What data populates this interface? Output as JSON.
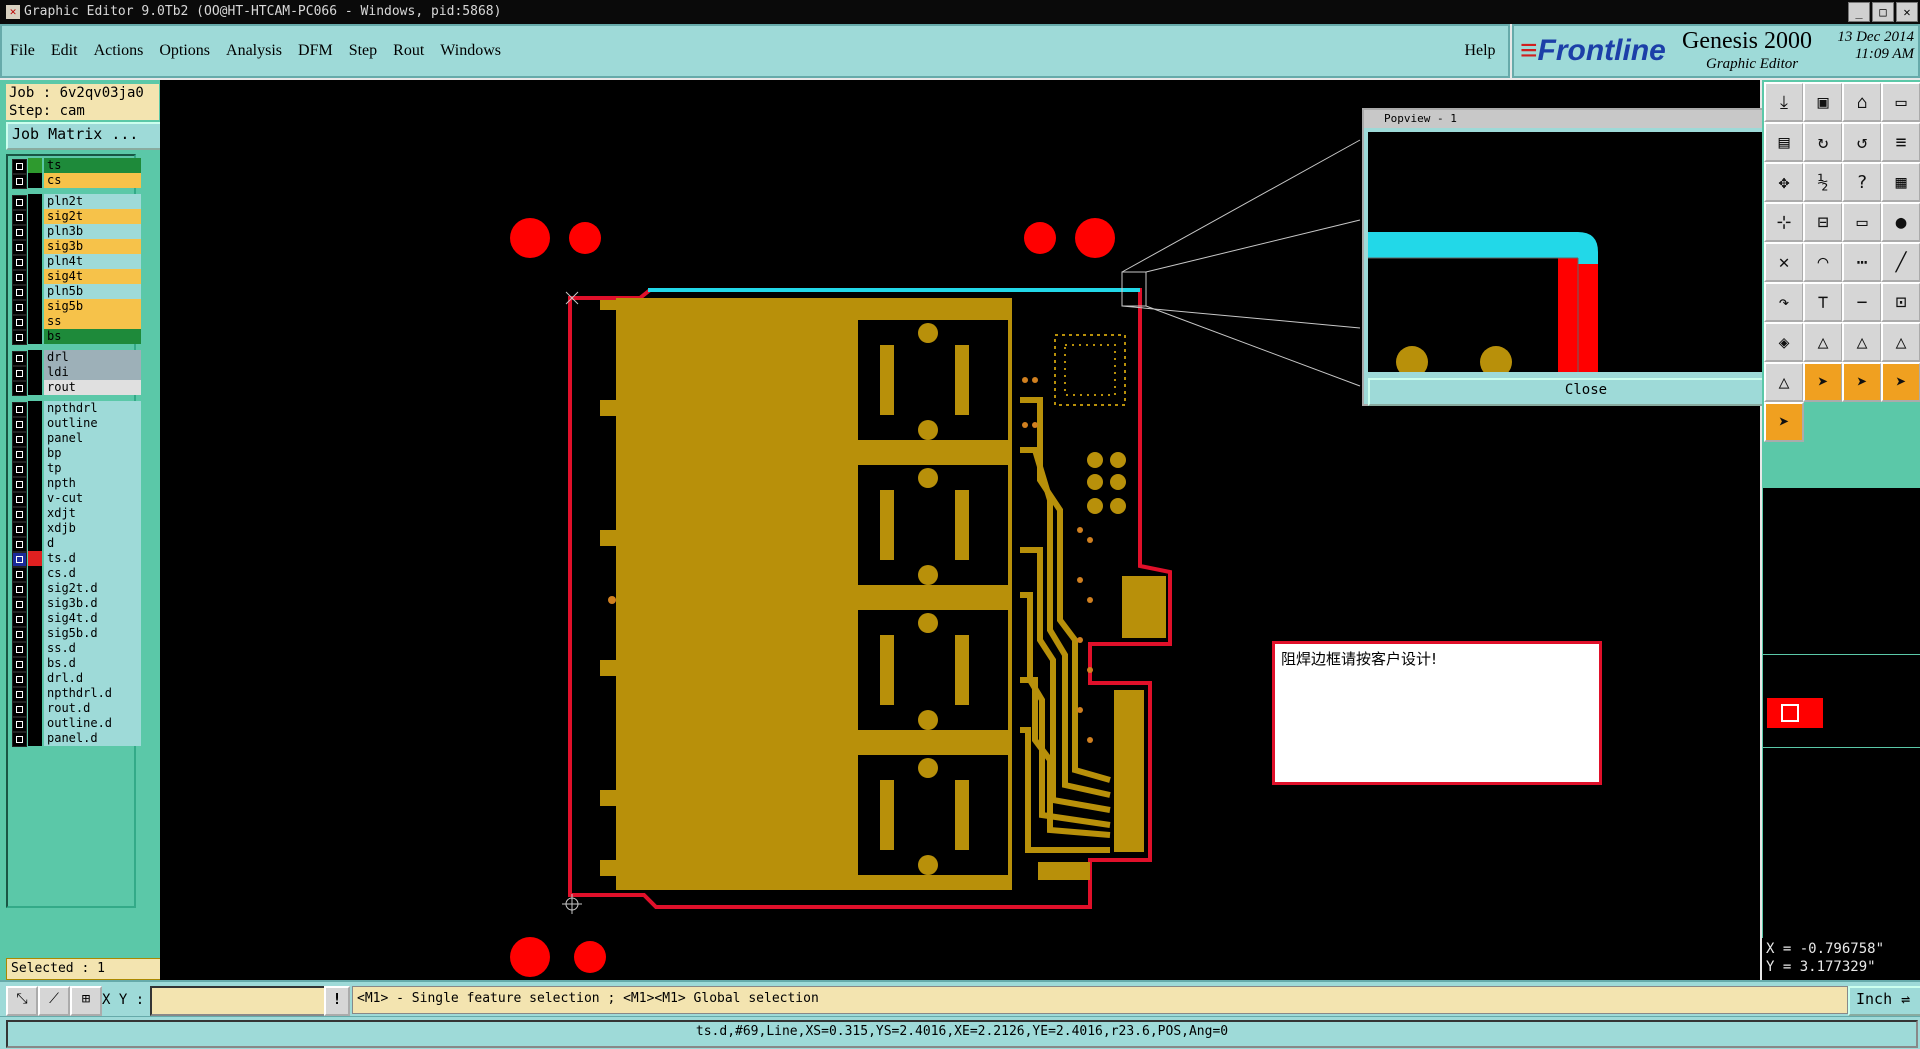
{
  "window": {
    "title": "Graphic Editor 9.0Tb2 (OO@HT-HTCAM-PC066 - Windows, pid:5868)"
  },
  "menu": {
    "items": [
      "File",
      "Edit",
      "Actions",
      "Options",
      "Analysis",
      "DFM",
      "Step",
      "Rout",
      "Windows"
    ],
    "help": "Help"
  },
  "brand": {
    "logo": "Frontline",
    "product": "Genesis 2000",
    "subtitle": "Graphic Editor",
    "date": "13 Dec 2014",
    "time": "11:09 AM"
  },
  "job": {
    "job_label": "Job : 6v2qv03ja0",
    "step_label": "Step: cam",
    "matrix_button": "Job Matrix ..."
  },
  "layers": [
    {
      "name": "ts",
      "color": "#1e8a3a",
      "swatch": "#2e9a2e",
      "group": 0
    },
    {
      "name": "cs",
      "color": "#f6c24a",
      "swatch": "#000000",
      "group": 0
    },
    {
      "name": "pln2t",
      "color": "#9edad8",
      "swatch": "#000000",
      "group": 1
    },
    {
      "name": "sig2t",
      "color": "#f6c24a",
      "swatch": "#000000",
      "group": 1
    },
    {
      "name": "pln3b",
      "color": "#9edad8",
      "swatch": "#000000",
      "group": 1
    },
    {
      "name": "sig3b",
      "color": "#f6c24a",
      "swatch": "#000000",
      "group": 1
    },
    {
      "name": "pln4t",
      "color": "#9edad8",
      "swatch": "#000000",
      "group": 1
    },
    {
      "name": "sig4t",
      "color": "#f6c24a",
      "swatch": "#000000",
      "group": 1
    },
    {
      "name": "pln5b",
      "color": "#9edad8",
      "swatch": "#000000",
      "group": 1
    },
    {
      "name": "sig5b",
      "color": "#f6c24a",
      "swatch": "#000000",
      "group": 1
    },
    {
      "name": "ss",
      "color": "#f6c24a",
      "swatch": "#000000",
      "group": 1
    },
    {
      "name": "bs",
      "color": "#1e8a3a",
      "swatch": "#000000",
      "group": 1
    },
    {
      "name": "drl",
      "color": "#9db0b8",
      "swatch": "#000000",
      "group": 2
    },
    {
      "name": "ldi",
      "color": "#9db0b8",
      "swatch": "#000000",
      "group": 2
    },
    {
      "name": "rout",
      "color": "#e0e0e0",
      "swatch": "#000000",
      "group": 2
    },
    {
      "name": "npthdrl",
      "color": "#9edad8",
      "swatch": "#000000",
      "group": 3
    },
    {
      "name": "outline",
      "color": "#9edad8",
      "swatch": "#000000",
      "group": 3
    },
    {
      "name": "panel",
      "color": "#9edad8",
      "swatch": "#000000",
      "group": 3
    },
    {
      "name": "bp",
      "color": "#9edad8",
      "swatch": "#000000",
      "group": 3
    },
    {
      "name": "tp",
      "color": "#9edad8",
      "swatch": "#000000",
      "group": 3
    },
    {
      "name": "npth",
      "color": "#9edad8",
      "swatch": "#000000",
      "group": 3
    },
    {
      "name": "v-cut",
      "color": "#9edad8",
      "swatch": "#000000",
      "group": 3
    },
    {
      "name": "xdjt",
      "color": "#9edad8",
      "swatch": "#000000",
      "group": 3
    },
    {
      "name": "xdjb",
      "color": "#9edad8",
      "swatch": "#000000",
      "group": 3
    },
    {
      "name": "d",
      "color": "#9edad8",
      "swatch": "#000000",
      "group": 3
    },
    {
      "name": "ts.d",
      "color": "#9edad8",
      "swatch": "#e02020",
      "group": 3,
      "selected": true
    },
    {
      "name": "cs.d",
      "color": "#9edad8",
      "swatch": "#000000",
      "group": 3
    },
    {
      "name": "sig2t.d",
      "color": "#9edad8",
      "swatch": "#000000",
      "group": 3
    },
    {
      "name": "sig3b.d",
      "color": "#9edad8",
      "swatch": "#000000",
      "group": 3
    },
    {
      "name": "sig4t.d",
      "color": "#9edad8",
      "swatch": "#000000",
      "group": 3
    },
    {
      "name": "sig5b.d",
      "color": "#9edad8",
      "swatch": "#000000",
      "group": 3
    },
    {
      "name": "ss.d",
      "color": "#9edad8",
      "swatch": "#000000",
      "group": 3
    },
    {
      "name": "bs.d",
      "color": "#9edad8",
      "swatch": "#000000",
      "group": 3
    },
    {
      "name": "drl.d",
      "color": "#9edad8",
      "swatch": "#000000",
      "group": 3
    },
    {
      "name": "npthdrl.d",
      "color": "#9edad8",
      "swatch": "#000000",
      "group": 3
    },
    {
      "name": "rout.d",
      "color": "#9edad8",
      "swatch": "#000000",
      "group": 3
    },
    {
      "name": "outline.d",
      "color": "#9edad8",
      "swatch": "#000000",
      "group": 3
    },
    {
      "name": "panel.d",
      "color": "#9edad8",
      "swatch": "#000000",
      "group": 3
    }
  ],
  "selected_label": "Selected : 1",
  "popview": {
    "title": "Popview - 1",
    "close_label": "Close"
  },
  "note": {
    "text": "阻焊边框请按客户设计!"
  },
  "coords": {
    "x": "X = -0.796758\"",
    "y": "Y = 3.177329\""
  },
  "command": {
    "xy_label": "X Y :",
    "xy_value": "",
    "bang": "!",
    "hint": "<M1> - Single feature selection ; <M1><M1> Global selection",
    "unit": "Inch"
  },
  "status": {
    "text": "ts.d,#69,Line,XS=0.315,YS=2.4016,XE=2.2126,YE=2.4016,r23.6,POS,Ang=0"
  },
  "colors": {
    "copper": "#b8900a",
    "outline_red": "#e0102a",
    "cyan_line": "#22d8e8",
    "pad_red": "#ff0000"
  },
  "icons": {
    "right_toolbar": [
      "open-icon",
      "save-icon",
      "home-icon",
      "window-icon",
      "print-icon",
      "redo-icon",
      "undo-icon",
      "align-icon",
      "zoom-fit-icon",
      "scale-icon",
      "help-icon",
      "grid-icon",
      "snap-icon",
      "layers-icon",
      "ruler-icon",
      "pad-icon",
      "cross-icon",
      "arc-icon",
      "net-icon",
      "line-icon",
      "rotate-icon",
      "text-icon",
      "minus-icon",
      "connect-icon",
      "component-icon",
      "triangle-add-icon",
      "triangle-edit-icon",
      "triangle-move-icon",
      "triangle-delete-icon",
      "pointer-icon",
      "pointer-select-icon",
      "pointer-edit-icon",
      "pointer-route-icon"
    ],
    "command_bar": [
      "select-icon",
      "measure-icon",
      "grid-snap-icon"
    ]
  }
}
